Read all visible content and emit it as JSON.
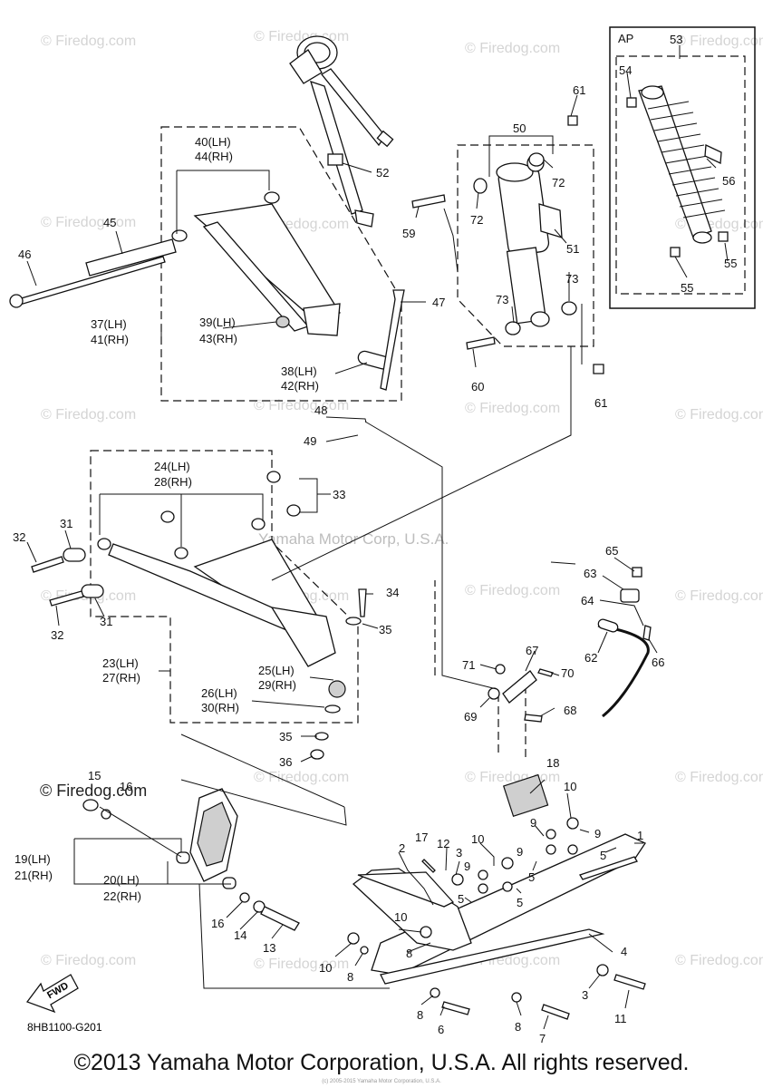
{
  "callouts": [
    "1",
    "2",
    "3",
    "3",
    "4",
    "5",
    "5",
    "5",
    "5",
    "6",
    "7",
    "8",
    "8",
    "8",
    "8",
    "9",
    "9",
    "9",
    "9",
    "10",
    "10",
    "10",
    "10",
    "10",
    "11",
    "12",
    "13",
    "14",
    "15",
    "16",
    "16",
    "17",
    "18",
    "19(LH)",
    "21(RH)",
    "20(LH)",
    "22(RH)",
    "23(LH)",
    "27(RH)",
    "24(LH)",
    "28(RH)",
    "25(LH)",
    "29(RH)",
    "26(LH)",
    "30(RH)",
    "31",
    "31",
    "32",
    "32",
    "33",
    "34",
    "35",
    "35",
    "36",
    "37(LH)",
    "41(RH)",
    "38(LH)",
    "42(RH)",
    "39(LH)",
    "43(RH)",
    "40(LH)",
    "44(RH)",
    "45",
    "46",
    "47",
    "48",
    "49",
    "50",
    "51",
    "52",
    "53",
    "54",
    "55",
    "55",
    "56",
    "59",
    "60",
    "61",
    "61",
    "62",
    "63",
    "64",
    "65",
    "66",
    "67",
    "68",
    "69",
    "70",
    "71",
    "72",
    "72",
    "73",
    "73",
    "AP"
  ],
  "watermarks": [
    "© Firedog.com",
    "© Firedog.com",
    "© Firedog.com",
    "© Firedog.com",
    "© Firedog.com",
    "© Firedog.com",
    "© Firedog.com",
    "© Firedog.com",
    "© Firedog.com",
    "© Firedog.com",
    "© Firedog.com",
    "© Firedog.com",
    "© Firedog.com",
    "© Firedog.com",
    "© Firedog.com",
    "© Firedog.com",
    "© Firedog.com",
    "© Firedog.com",
    "© Firedog.com",
    "© Firedog.com",
    "© Firedog.com",
    "© Firedog.com"
  ],
  "watermark_dark": "© Firedog.com",
  "yamaha_mark": "Yamaha Motor Corp, U.S.A.",
  "diagram_code": "8HB1100-G201",
  "fwd_label": "FWD",
  "fine_print": "(c) 2005-2015 Yamaha Motor Corporation, U.S.A.",
  "copyright": "©2013 Yamaha Motor Corporation, U.S.A. All rights reserved."
}
